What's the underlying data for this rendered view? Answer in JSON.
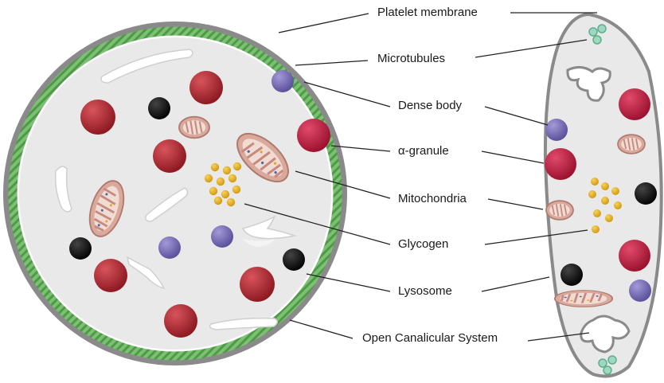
{
  "labels": {
    "platelet_membrane": "Platelet membrane",
    "microtubules": "Microtubules",
    "dense_body": "Dense body",
    "alpha_granule": "α-granule",
    "mitochondria": "Mitochondria",
    "glycogen": "Glycogen",
    "lysosome": "Lysosome",
    "open_canalicular_system": "Open Canalicular System"
  },
  "colors": {
    "cytoplasm": "#e9e9e9",
    "membrane": "#8a8a8a",
    "microtubule_band": "#6cb563",
    "alpha_granule": "#a8222f",
    "alpha_granule_side": "#b51a3d",
    "dense_body": "#7366b0",
    "lysosome": "#111111",
    "glycogen": "#e8b424",
    "mitochondria": "#d7a89c",
    "ocs_channel": "#ffffff",
    "vesicle": "#9fd8c0"
  }
}
